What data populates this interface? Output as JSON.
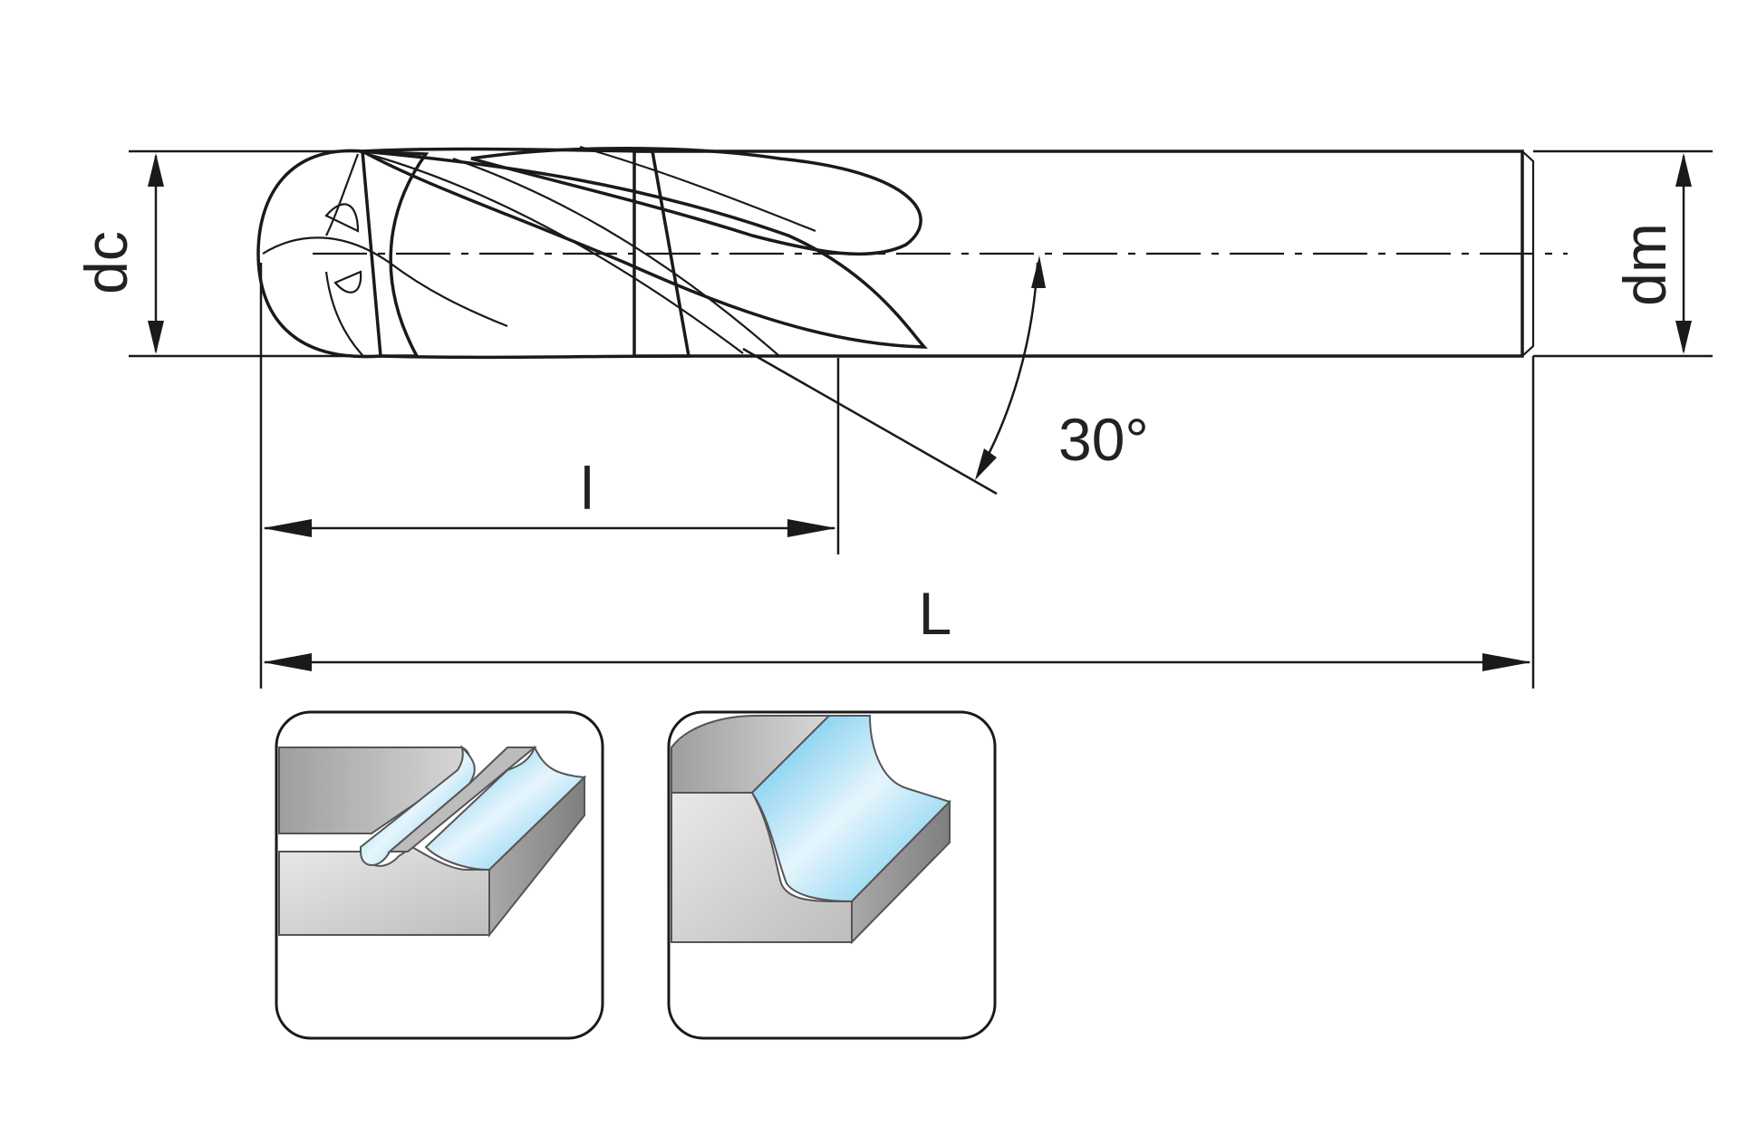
{
  "labels": {
    "cutting_diameter": "dc",
    "shank_diameter": "dm",
    "flute_length": "l",
    "overall_length": "L",
    "helix_angle": "30°"
  },
  "icons": {
    "tool": "ball-nose-end-mill-icon",
    "application_1": "slotting-application-icon",
    "application_2": "profiling-application-icon"
  },
  "colors": {
    "line": "#1a1a1a",
    "metal_light": "#e8e8e8",
    "metal_dark": "#8a8a8a",
    "workpiece_blue": "#5cc3ee"
  }
}
